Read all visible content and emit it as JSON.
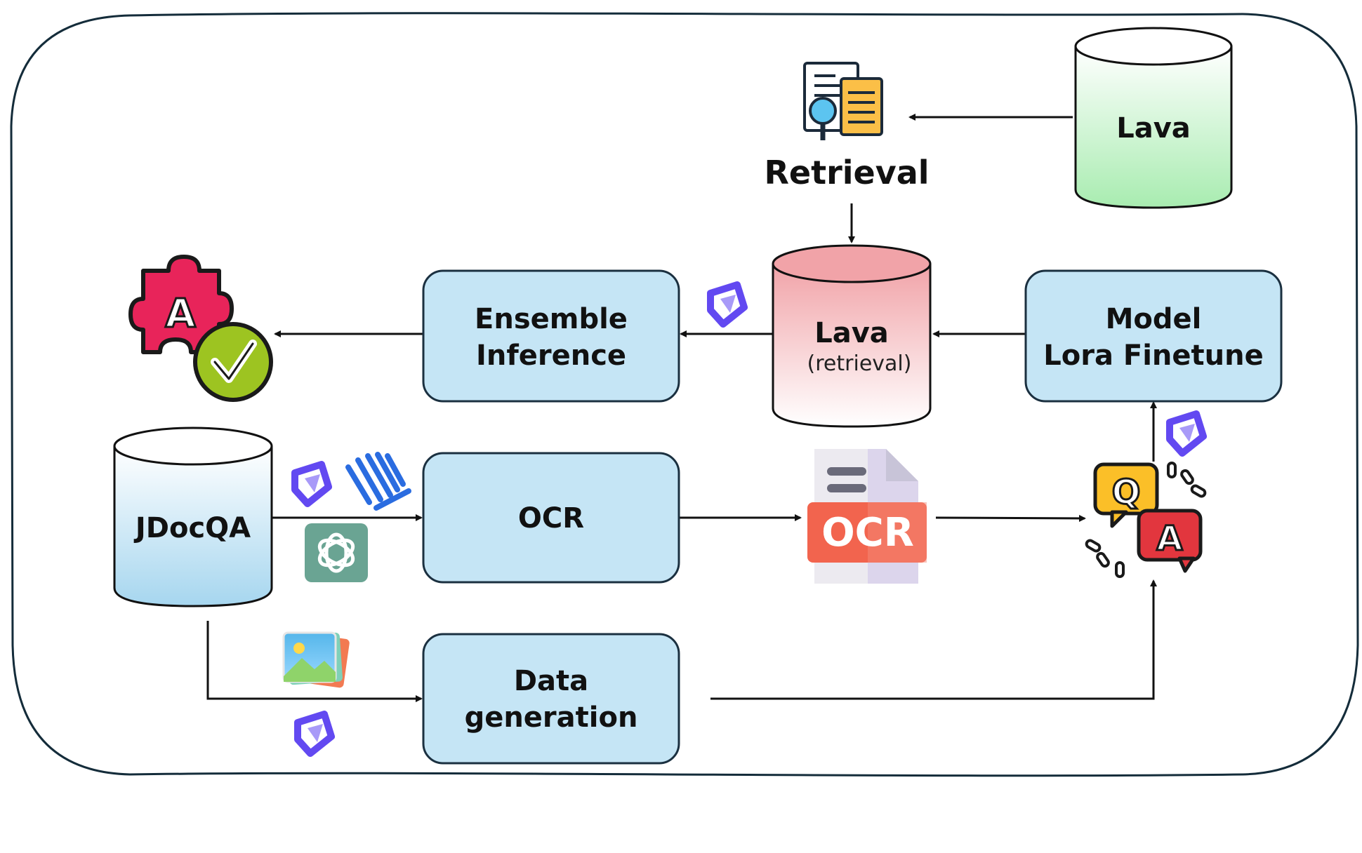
{
  "colors": {
    "box_fill": "#c5e5f5",
    "box_stroke": "#1b3040",
    "frame_stroke": "#142c3a",
    "db_green": "#a8ecb0",
    "db_red": "#f1a3a8",
    "db_blue": "#b7ddf2",
    "arrow": "#111111",
    "accent_purple": "#7b5cf0",
    "ocr_badge": "#f2644e",
    "chatgpt_green": "#6aa493"
  },
  "nodes": {
    "retrieval": {
      "label": "Retrieval"
    },
    "lava_top": {
      "label": "Lava"
    },
    "ensemble": {
      "line1": "Ensemble",
      "line2": "Inference"
    },
    "lava_retrieval": {
      "label": "Lava",
      "sub": "(retrieval)"
    },
    "model_finetune": {
      "line1": "Model",
      "line2": "Lora Finetune"
    },
    "jdocqa": {
      "label": "JDocQA"
    },
    "ocr": {
      "label": "OCR"
    },
    "data_generation": {
      "line1": "Data",
      "line2": "generation"
    }
  },
  "icons": {
    "ocr_file": {
      "name": "ocr-file-icon",
      "text": "OCR"
    },
    "answer_puzzle": {
      "name": "puzzle-answer-icon",
      "text": "A"
    },
    "qa_bubbles": {
      "name": "qa-bubbles-icon",
      "q": "Q",
      "a": "A"
    },
    "document_search": {
      "name": "document-search-icon"
    },
    "qwen_logo": {
      "name": "qwen-logo-icon"
    },
    "chatgpt_logo": {
      "name": "chatgpt-logo-icon"
    },
    "image_gallery": {
      "name": "image-gallery-icon"
    }
  }
}
